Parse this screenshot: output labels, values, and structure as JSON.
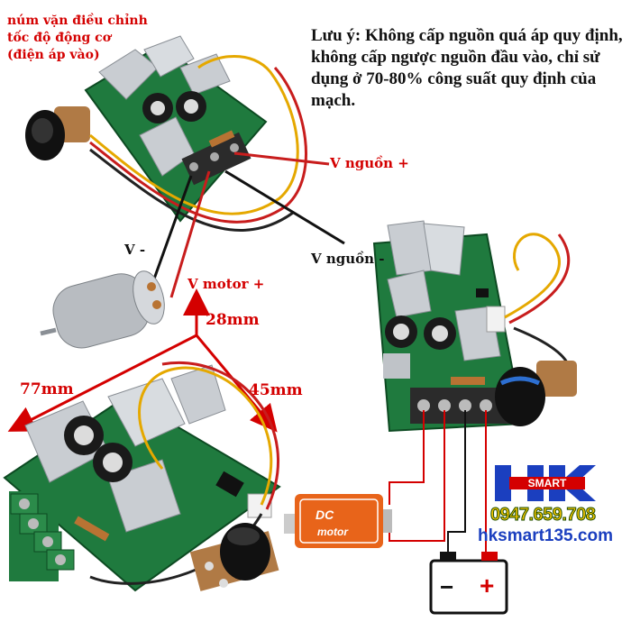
{
  "labels": {
    "knob_label": "núm vặn điều chỉnh tốc độ động cơ (điện áp vào)",
    "note": "Lưu ý: Không cấp nguồn quá áp quy định, không cấp ngược nguồn đầu vào, chỉ sử dụng ở 70-80% công suất quy định của mạch.",
    "v_source_plus": "V nguồn +",
    "v_source_minus": "V nguồn -",
    "v_minus": "V -",
    "v_motor_plus": "V motor +",
    "dim_height": "28mm",
    "dim_length": "77mm",
    "dim_width": "45mm"
  },
  "motor_box": {
    "line1": "DC",
    "line2": "motor"
  },
  "battery": {
    "minus": "−",
    "plus": "+"
  },
  "brand": {
    "logo_text": "SMART",
    "phone": "0947.659.708",
    "website": "hksmart135.com"
  },
  "colors": {
    "label_red": "#d40000",
    "pcb_green": "#1f7a3e",
    "heatsink": "#c9cdd2",
    "motor_orange": "#e8641a",
    "brand_blue": "#1b3fbf",
    "phone_yellow": "#f2c200"
  }
}
